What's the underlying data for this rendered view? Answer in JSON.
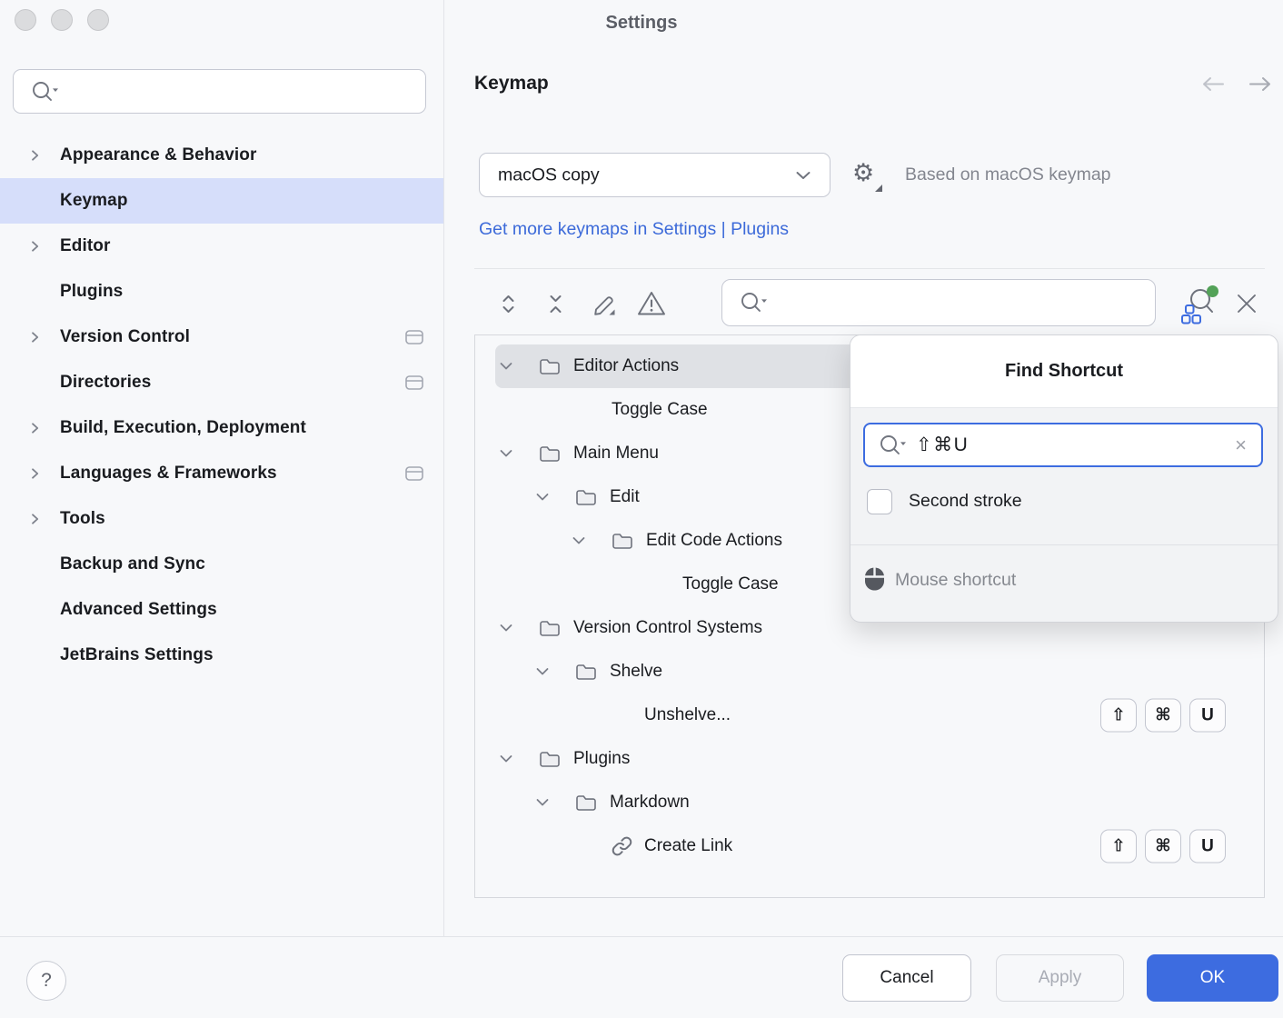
{
  "window": {
    "title": "Settings"
  },
  "sidebar": {
    "search": {
      "placeholder": ""
    },
    "items": [
      {
        "label": "Appearance & Behavior",
        "expandable": true,
        "selected": false,
        "scope_icon": false
      },
      {
        "label": "Keymap",
        "expandable": false,
        "selected": true,
        "scope_icon": false
      },
      {
        "label": "Editor",
        "expandable": true,
        "selected": false,
        "scope_icon": false
      },
      {
        "label": "Plugins",
        "expandable": false,
        "selected": false,
        "scope_icon": false
      },
      {
        "label": "Version Control",
        "expandable": true,
        "selected": false,
        "scope_icon": true
      },
      {
        "label": "Directories",
        "expandable": false,
        "selected": false,
        "scope_icon": true
      },
      {
        "label": "Build, Execution, Deployment",
        "expandable": true,
        "selected": false,
        "scope_icon": false
      },
      {
        "label": "Languages & Frameworks",
        "expandable": true,
        "selected": false,
        "scope_icon": true
      },
      {
        "label": "Tools",
        "expandable": true,
        "selected": false,
        "scope_icon": false
      },
      {
        "label": "Backup and Sync",
        "expandable": false,
        "selected": false,
        "scope_icon": false
      },
      {
        "label": "Advanced Settings",
        "expandable": false,
        "selected": false,
        "scope_icon": false
      },
      {
        "label": "JetBrains Settings",
        "expandable": false,
        "selected": false,
        "scope_icon": false
      }
    ]
  },
  "content": {
    "title": "Keymap",
    "keymap_scheme": "macOS copy",
    "based_on": "Based on macOS keymap",
    "get_more_link": "Get more keymaps in Settings | Plugins",
    "filter_placeholder": ""
  },
  "tree": {
    "rows": [
      {
        "label": "Editor Actions",
        "type": "folder",
        "level": 0,
        "selected": true
      },
      {
        "label": "Toggle Case",
        "type": "action",
        "level": 1
      },
      {
        "label": "Main Menu",
        "type": "folder",
        "level": 0
      },
      {
        "label": "Edit",
        "type": "folder",
        "level": 1
      },
      {
        "label": "Edit Code Actions",
        "type": "folder",
        "level": 2
      },
      {
        "label": "Toggle Case",
        "type": "action",
        "level": 3
      },
      {
        "label": "Version Control Systems",
        "type": "folder",
        "level": 0
      },
      {
        "label": "Shelve",
        "type": "folder",
        "level": 1
      },
      {
        "label": "Unshelve...",
        "type": "action",
        "level": 2,
        "badges": [
          "⇧",
          "⌘",
          "U"
        ]
      },
      {
        "label": "Plugins",
        "type": "folder",
        "level": 0
      },
      {
        "label": "Markdown",
        "type": "folder",
        "level": 1
      },
      {
        "label": "Create Link",
        "type": "action",
        "level": 2,
        "icon": "link",
        "badges": [
          "⇧",
          "⌘",
          "U"
        ]
      }
    ]
  },
  "popup": {
    "title": "Find Shortcut",
    "query": "⇧⌘U",
    "second_stroke_label": "Second stroke",
    "second_stroke_checked": false,
    "mouse_shortcut_label": "Mouse shortcut"
  },
  "footer": {
    "help": "?",
    "cancel": "Cancel",
    "apply": "Apply",
    "ok": "OK"
  }
}
